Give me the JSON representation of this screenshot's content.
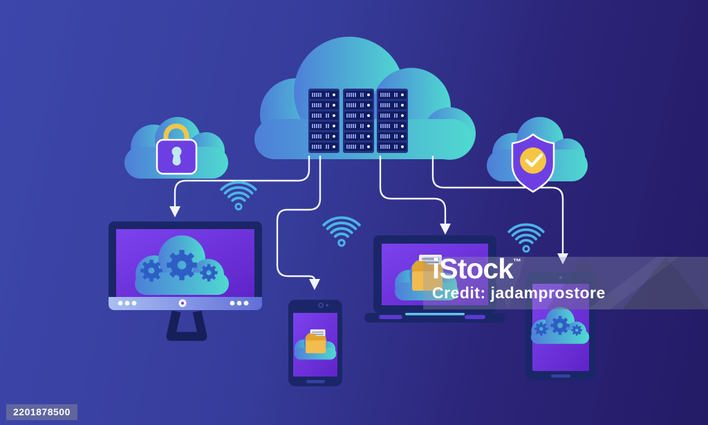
{
  "watermark": {
    "brand": "iStock",
    "trademark": "™",
    "credit": "Credit: jadamprostore",
    "image_id": "2201878500"
  },
  "illustration": {
    "subject": "cloud computing network with secure cloud storage connected to devices",
    "icons": [
      "cloud-server-icon",
      "padlock-cloud-icon",
      "shield-check-cloud-icon",
      "desktop-monitor-icon",
      "smartphone-icon",
      "laptop-icon",
      "tablet-icon",
      "wifi-icon",
      "gears-cloud-icon",
      "folder-document-cloud-icon",
      "arrow-connector-icon"
    ]
  },
  "colors": {
    "background_left": "#3d47ab",
    "background_right": "#241b66",
    "cloud_gradient_start": "#4e7fd9",
    "cloud_gradient_end": "#4fd9d0",
    "screen_purple_start": "#7c42ee",
    "screen_purple_end": "#5f24c8",
    "device_frame_navy": "#1b2668",
    "server_unit_navy": "#121c5e",
    "accent_yellow": "#f5c544",
    "lock_shield_purple": "#6d3fe3",
    "folder_orange": "#f2bc4e",
    "wifi_blue": "#4bb3e8",
    "gear_blue": "#2e5ec5",
    "connector_white": "#f2f4ff"
  }
}
